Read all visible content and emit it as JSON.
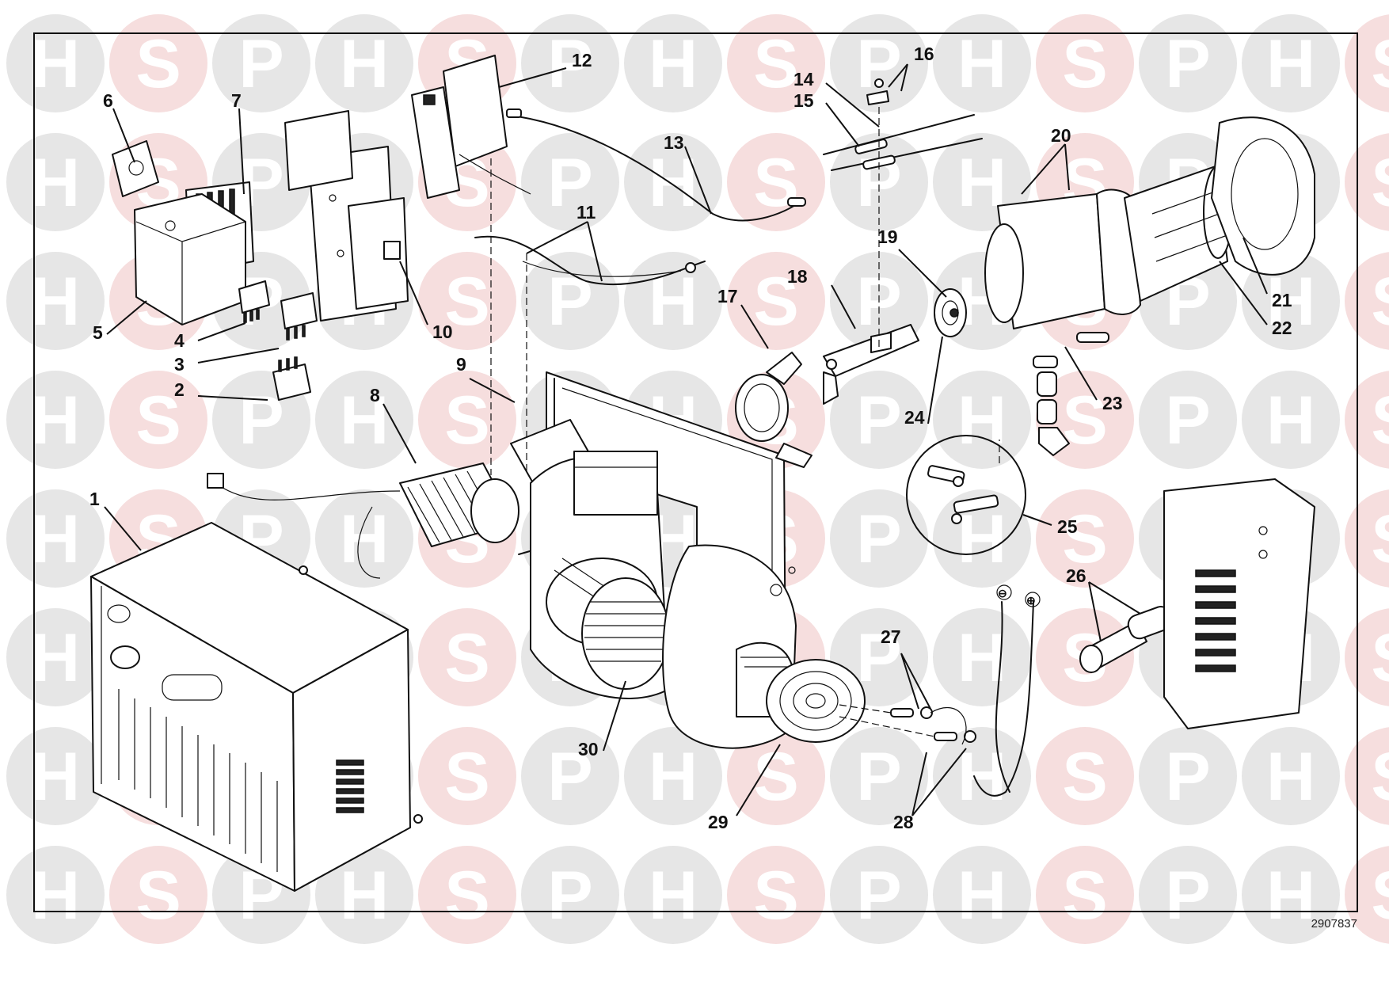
{
  "watermark": {
    "letters": [
      "H",
      "S",
      "P"
    ],
    "colors": [
      "#e6e6e6",
      "#f6dede",
      "#e6e6e6"
    ]
  },
  "drawing_number": "2907837",
  "callouts": [
    "1",
    "2",
    "3",
    "4",
    "5",
    "6",
    "7",
    "8",
    "9",
    "10",
    "11",
    "12",
    "13",
    "14",
    "15",
    "16",
    "17",
    "18",
    "19",
    "20",
    "21",
    "22",
    "23",
    "24",
    "25",
    "26",
    "27",
    "28",
    "29",
    "30"
  ],
  "polarity": {
    "negative": "⊖",
    "positive": "⊕"
  }
}
